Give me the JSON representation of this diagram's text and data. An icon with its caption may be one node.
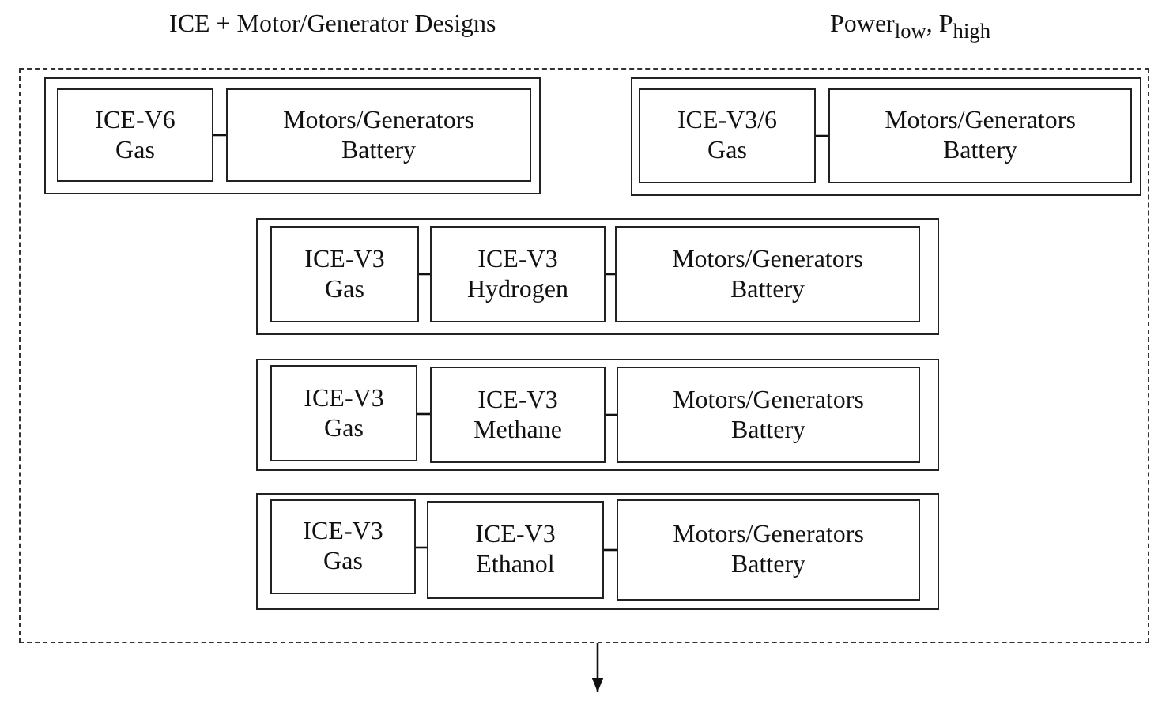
{
  "diagram": {
    "title": "ICE + Motor/Generator Designs",
    "nodes": [
      {
        "text": [],
        "shape": "box"
      },
      {
        "text": [],
        "shape": "box",
        "in": 0
      },
      {
        "text": [
          "ICE-V6 Gas"
        ],
        "in": 1
      },
      {
        "text": [
          "Motors/Generators Battery"
        ],
        "in": 1
      },
      {
        "text": [],
        "shape": "box",
        "in": 0
      },
      {
        "text": [
          "ICE-V3/6 Gas"
        ],
        "in": 4
      },
      {
        "text": [
          "Motors/Generators Battery"
        ],
        "in": 4
      },
      {
        "text": [],
        "shape": "box",
        "in": 0
      },
      {
        "text": [
          "ICE-V3 Gas"
        ],
        "in": 7
      },
      {
        "text": [
          "ICE-V3 Hydrogen"
        ],
        "in": 7
      },
      {
        "text": [
          "Motors/Generators Battery"
        ],
        "in": 7
      },
      {
        "text": [],
        "shape": "box",
        "in": 0
      },
      {
        "text": [
          "ICE-V3 Gas"
        ],
        "in": 11
      },
      {
        "text": [
          "ICE-V3 Methane"
        ],
        "in": 11
      },
      {
        "text": [
          "Motors/Generators Battery"
        ],
        "in": 11
      },
      {
        "text": [],
        "shape": "box",
        "in": 0
      },
      {
        "text": [
          "ICE-V3 Gas"
        ],
        "in": 15
      },
      {
        "text": [
          "ICE-V3 Ethanol"
        ],
        "in": 15
      },
      {
        "text": [
          "Motors/Generators Battery"
        ],
        "in": 15
      }
    ],
    "edges": [
      {
        "from": 2,
        "to": 3,
        "arrow": "none"
      },
      {
        "from": 5,
        "to": 6,
        "arrow": "none"
      },
      {
        "from": 8,
        "to": 9,
        "arrow": "none"
      },
      {
        "from": 9,
        "to": 10,
        "arrow": "none"
      },
      {
        "from": 12,
        "to": 13,
        "arrow": "none"
      },
      {
        "from": 13,
        "to": 14,
        "arrow": "none"
      },
      {
        "from": 16,
        "to": 17,
        "arrow": "none"
      },
      {
        "from": 17,
        "to": 18,
        "arrow": "none"
      },
      {
        "from": 0,
        "to": null,
        "arrow": "to"
      }
    ],
    "labels": [
      "Power$_{low}$, P$_{high}$"
    ]
  }
}
